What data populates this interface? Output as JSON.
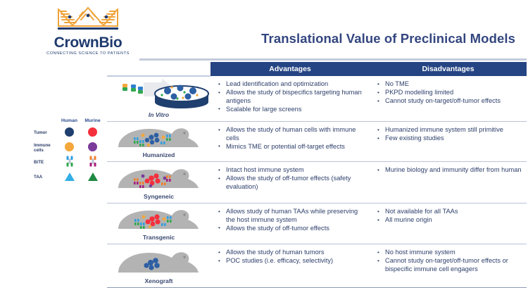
{
  "brand": {
    "name_part1": "Crown",
    "name_part2": "Bio",
    "tagline": "CONNECTING SCIENCE TO PATIENTS",
    "logo_icon": "crown-icon",
    "navy": "#1f3a6e",
    "orange": "#f0a43a"
  },
  "header": {
    "title": "Translational Value of Preclinical Models",
    "title_color": "#33467f"
  },
  "table": {
    "columns": [
      "",
      "Advantages",
      "Disadvantages"
    ],
    "header_bg": "#254483",
    "header_text_color": "#ffffff",
    "rows": [
      {
        "model": "In Vitro",
        "model_italic": true,
        "icon": "petri-dish-icon",
        "advantages": [
          "Lead identification and optimization",
          "Allows the study of bispecifics targeting human antigens",
          "Scalable for large screens"
        ],
        "disadvantages": [
          "No TME",
          "PKPD modelling limited",
          "Cannot study on-target/off-tumor effects"
        ]
      },
      {
        "model": "Humanized",
        "model_italic": false,
        "icon": "mouse-humanized-icon",
        "advantages": [
          "Allows the study of human cells with immune cells",
          "Mimics TME or potential off-target effects"
        ],
        "disadvantages": [
          "Humanized immune system still primitive",
          "Few existing studies"
        ]
      },
      {
        "model": "Syngeneic",
        "model_italic": false,
        "icon": "mouse-syngeneic-icon",
        "advantages": [
          "Intact host immune system",
          "Allows the study of off-tumor effects (safety evaluation)"
        ],
        "disadvantages": [
          "Murine biology and immunity differ from human"
        ]
      },
      {
        "model": "Transgenic",
        "model_italic": false,
        "icon": "mouse-transgenic-icon",
        "advantages": [
          "Allows study of human TAAs while preserving the host immune system",
          "Allows the study of off-tumor effects"
        ],
        "disadvantages": [
          "Not available for all TAAs",
          "All murine origin"
        ]
      },
      {
        "model": "Xenograft",
        "model_italic": false,
        "icon": "mouse-xenograft-icon",
        "advantages": [
          "Allows the study of human tumors",
          "POC studies (i.e. efficacy, selectivity)"
        ],
        "disadvantages": [
          "No host immune system",
          "Cannot study on-target/off-tumor effects or bispecific immune cell engagers"
        ]
      }
    ]
  },
  "legend": {
    "col_headers": [
      "Human",
      "Murine"
    ],
    "rows": [
      {
        "label": "Tumor",
        "human_color": "#1f3f6e",
        "murine_color": "#f4303c",
        "shape": "circle"
      },
      {
        "label": "Immune cells",
        "human_color": "#f4a73b",
        "murine_color": "#7a3b99",
        "shape": "circle"
      },
      {
        "label": "BiTE",
        "human_color": "#2f9fe0",
        "murine_color": "#f0812e",
        "human_color2": "#2fa84f",
        "murine_color2": "#a8197a",
        "shape": "bite"
      },
      {
        "label": "TAA",
        "human_color": "#33aee6",
        "murine_color": "#1f8a42",
        "shape": "triangle"
      }
    ]
  }
}
